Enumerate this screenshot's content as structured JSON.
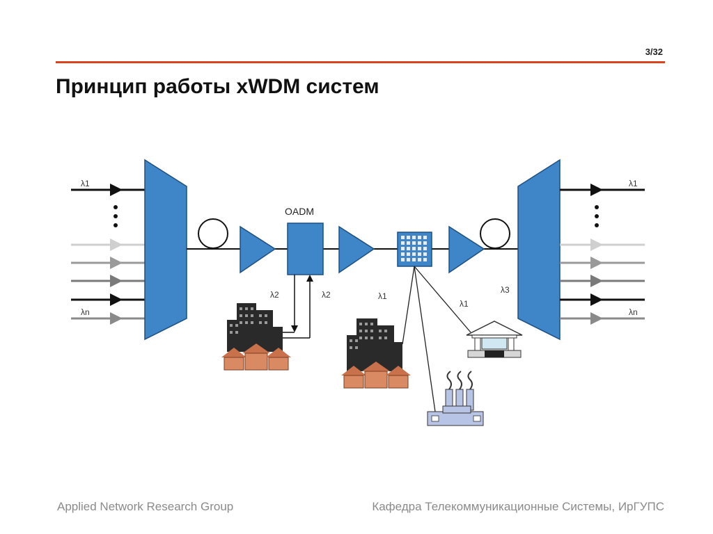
{
  "header": {
    "page_number": "3/32",
    "title": "Принцип работы xWDM систем"
  },
  "diagram": {
    "oadm_label": "OADM",
    "labels": {
      "in_l1": "λ1",
      "in_ln": "λn",
      "out_l1": "λ1",
      "out_ln": "λn",
      "oadm_drop": "λ2",
      "oadm_add": "λ2",
      "city_l1": "λ1",
      "bank_l1": "λ1",
      "demux_l3": "λ3"
    },
    "colors": {
      "mux": "#3f86c9",
      "fiber": "#111111",
      "building": "#ffffff",
      "roof": "#c9714a"
    },
    "icons": [
      "multiplexer-icon",
      "fiber-spool-icon",
      "amplifier-icon",
      "oadm-icon",
      "cross-connect-icon",
      "city-icon",
      "factory-icon",
      "bank-icon",
      "demultiplexer-icon"
    ]
  },
  "footer": {
    "left": "Applied Network Research Group",
    "right": "Кафедра Телекоммуникационные Системы, ИрГУПС"
  }
}
